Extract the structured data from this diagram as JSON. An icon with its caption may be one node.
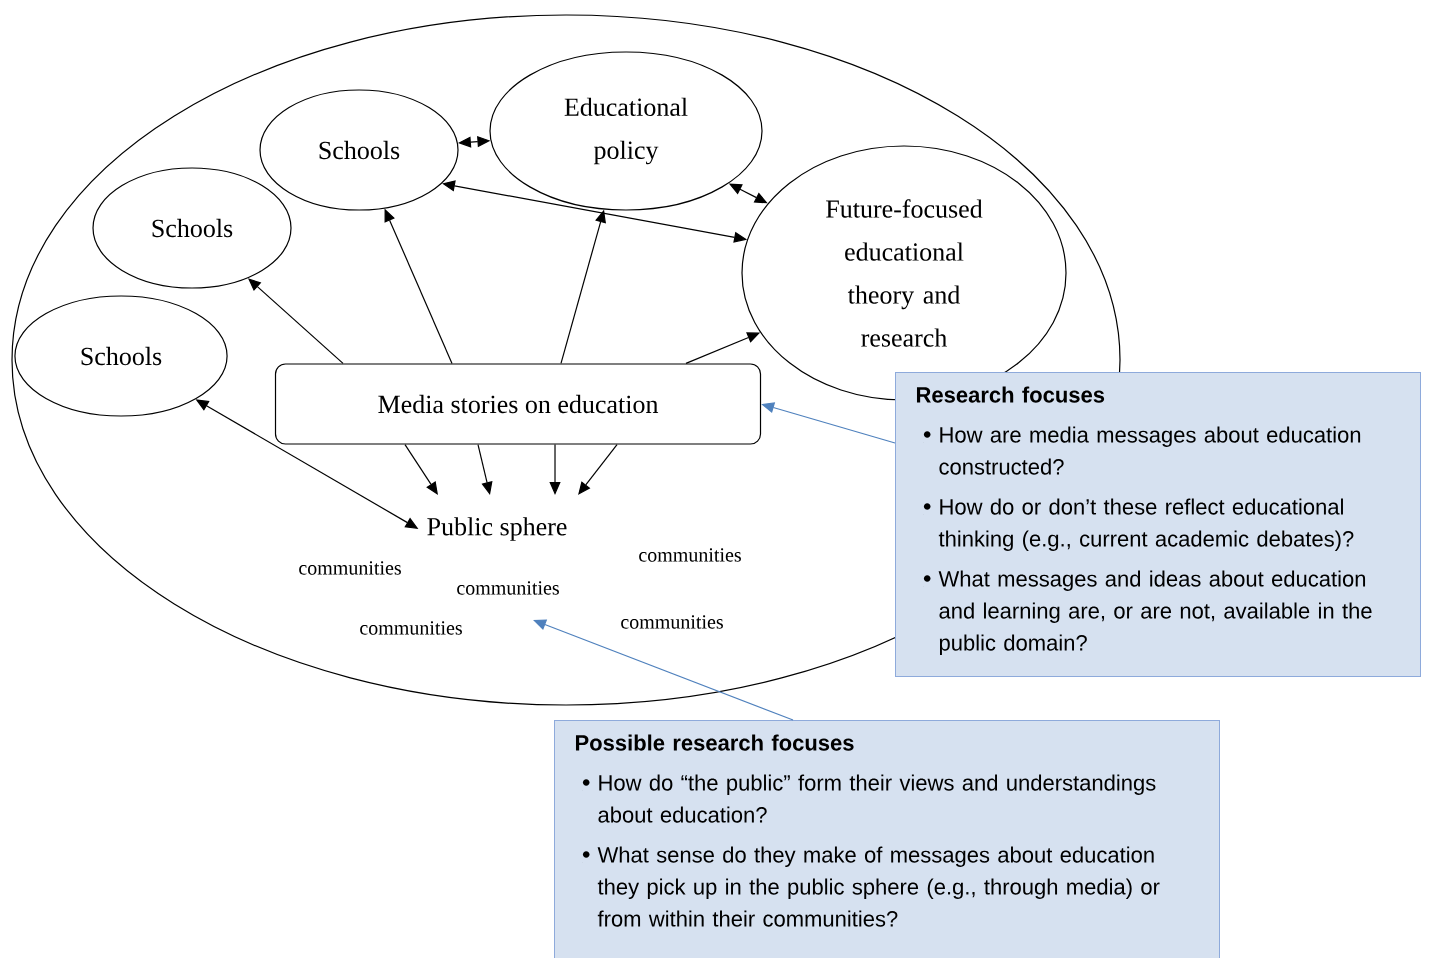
{
  "diagram": {
    "nodes": [
      {
        "text": [],
        "shape": "ellipse"
      },
      {
        "text": [
          "Schools"
        ],
        "in": 0
      },
      {
        "text": [
          "Educational policy"
        ],
        "in": 0
      },
      {
        "text": [
          "Schools"
        ],
        "in": 0
      },
      {
        "text": [
          "Future-focused educational theory and research"
        ],
        "in": 0
      },
      {
        "text": [
          "Schools"
        ],
        "in": 0
      },
      {
        "text": [
          "Media stories on education"
        ],
        "in": 0
      },
      {
        "text": [
          "Public sphere"
        ],
        "in": 0
      },
      {
        "text": [
          "Research focuses",
          "How are media messages about education constructed?",
          "How do or don’t these reflect educational thinking (e.g., current academic debates)?",
          "What messages and ideas about education and learning are, or are not, available in the public domain?"
        ]
      },
      {
        "text": [
          "Possible research focuses",
          "How do “the public” form their views and understandings about education?",
          "What sense do they make of messages about education they pick up in the public sphere (e.g., through media) or from within their communities?"
        ]
      }
    ],
    "edges": [
      {
        "from": 1,
        "to": 2,
        "arrow": "both"
      },
      {
        "from": 2,
        "to": 4,
        "arrow": "both"
      },
      {
        "from": 1,
        "to": 4,
        "arrow": "both"
      },
      {
        "from": 6,
        "to": 3,
        "arrow": "to"
      },
      {
        "from": 6,
        "to": 1,
        "arrow": "to"
      },
      {
        "from": 6,
        "to": 2,
        "arrow": "to"
      },
      {
        "from": 6,
        "to": 4,
        "arrow": "to"
      },
      {
        "from": 5,
        "to": 7,
        "arrow": "both"
      },
      {
        "from": 6,
        "to": 7,
        "arrow": "to"
      },
      {
        "from": 6,
        "to": 7,
        "arrow": "to"
      },
      {
        "from": 6,
        "to": 7,
        "arrow": "to"
      },
      {
        "from": 6,
        "to": 7,
        "arrow": "to"
      },
      {
        "from": 8,
        "to": 6,
        "arrow": "to",
        "color": "#4f81bd"
      },
      {
        "from": 9,
        "to": null,
        "arrow": "to",
        "color": "#4f81bd"
      }
    ],
    "labels": [
      "communities",
      "communities",
      "communities",
      "communities",
      "communities"
    ]
  }
}
